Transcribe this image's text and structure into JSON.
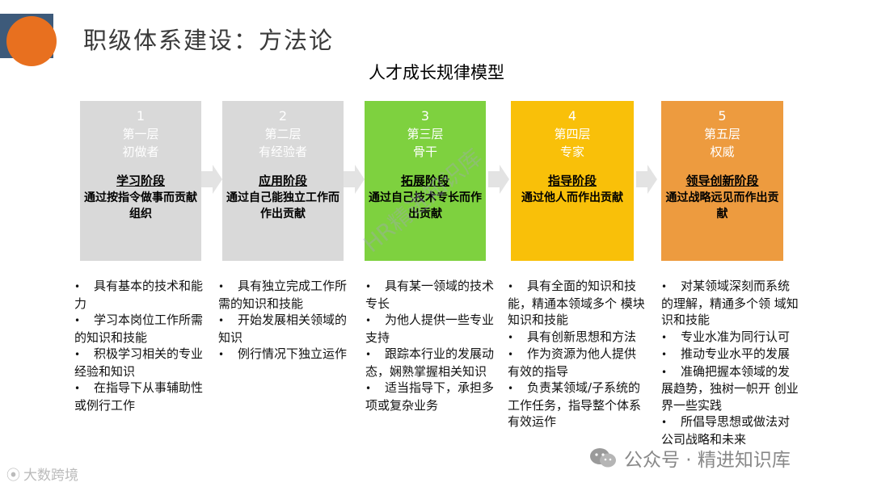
{
  "header": {
    "title": "职级体系建设：方法论"
  },
  "model_title": "人才成长规律模型",
  "stages": [
    {
      "number": "1",
      "level": "第一层",
      "role": "初做者",
      "phase": "学习阶段",
      "description": "通过按指令做事而贡献组织"
    },
    {
      "number": "2",
      "level": "第二层",
      "role": "有经验者",
      "phase": "应用阶段",
      "description": "通过自己能独立工作而作出贡献"
    },
    {
      "number": "3",
      "level": "第三层",
      "role": "骨干",
      "phase": "拓展阶段",
      "description": "通过自己技术专长而作出贡献"
    },
    {
      "number": "4",
      "level": "第四层",
      "role": "专家",
      "phase": "指导阶段",
      "description": "通过他人而作出贡献"
    },
    {
      "number": "5",
      "level": "第五层",
      "role": "权威",
      "phase": "领导创新阶段",
      "description": "通过战略远见而作出贡献"
    }
  ],
  "bullets": [
    [
      "具有基本的技术和能力",
      "学习本岗位工作所需的知识和技能",
      "积极学习相关的专业经验和知识",
      "在指导下从事辅助性或例行工作"
    ],
    [
      "具有独立完成工作所需的知识和技能",
      "开始发展相关领域的知识",
      "例行情况下独立运作"
    ],
    [
      "具有某一领域的技术专长",
      "为他人提供一些专业支持",
      "跟踪本行业的发展动态，娴熟掌握相关知识",
      "适当指导下，承担多项或复杂业务"
    ],
    [
      "具有全面的知识和技 能，精通本领域多个 模块知识和技能",
      "具有创新思想和方法",
      "作为资源为他人提供 有效的指导",
      "负责某领域/子系统的工作任务，指导整个体系有效运作"
    ],
    [
      "对某领域深刻而系统 的理解，精通多个领 域知识和技能",
      "专业水准为同行认可",
      "推动专业水平的发展",
      "准确把握本领域的发 展趋势，独树一帜开 创业界一些实践",
      "所倡导思想或做法对 公司战略和未来"
    ]
  ],
  "watermarks": {
    "diagonal": "HR精进知识库",
    "bottom_left": "大数跨境",
    "bottom_right": "公众号 · 精进知识库"
  },
  "colors": {
    "stage1": "#d9d9d9",
    "stage2": "#d9d9d9",
    "stage3": "#7ed13f",
    "stage4": "#f9c009",
    "stage5": "#ed9b3f",
    "accent_orange": "#e8701f",
    "accent_navy": "#3d5a7a"
  }
}
